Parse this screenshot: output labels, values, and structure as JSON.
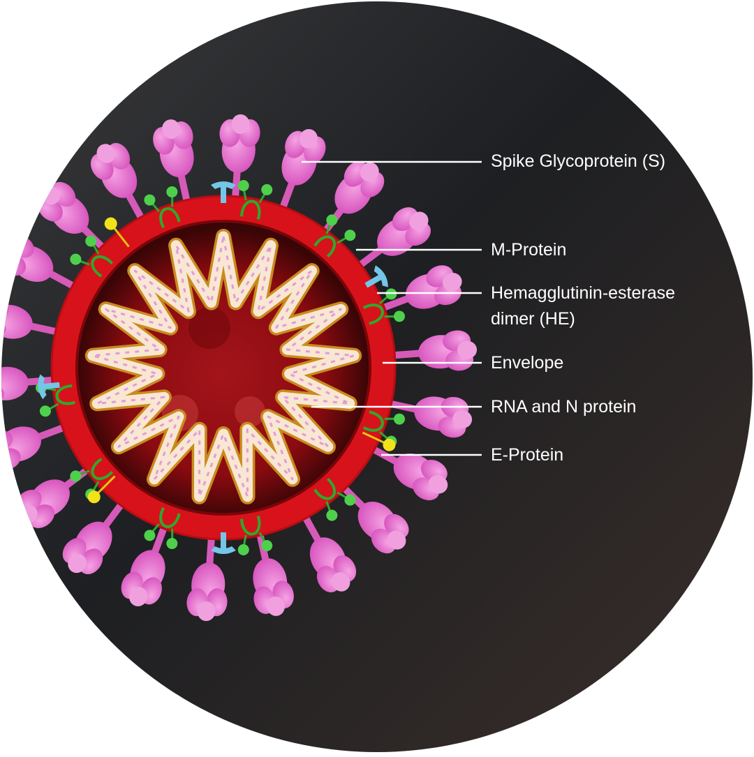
{
  "labels": {
    "spike": "Spike Glycoprotein (S)",
    "m_protein": "M-Protein",
    "he_line1": "Hemagglutinin-esterase",
    "he_line2": "dimer (HE)",
    "envelope": "Envelope",
    "rna": "RNA and N protein",
    "e_protein": "E-Protein"
  },
  "colors": {
    "background": "#2a2a2c",
    "envelope": "#d8121a",
    "interior": "#8e0a0e",
    "spike": "#e873cf",
    "m_protein": "#4fd04c",
    "he_dimer": "#74c6e8",
    "e_protein": "#f2e21a",
    "rna_coil": "#f8e7d2"
  }
}
